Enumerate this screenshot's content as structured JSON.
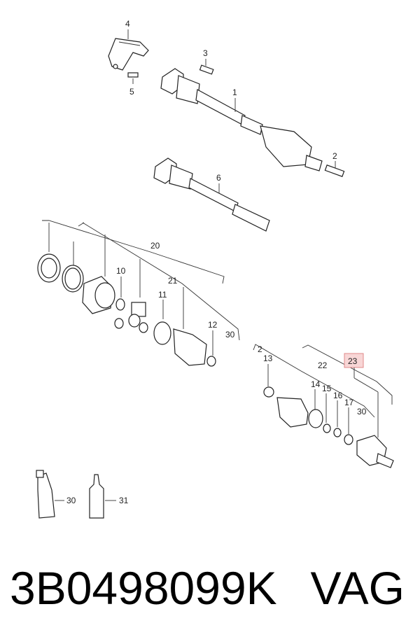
{
  "diagram": {
    "callouts": {
      "c1": "1",
      "c2": "2",
      "c3": "3",
      "c4": "4",
      "c5": "5",
      "c6": "6",
      "c10": "10",
      "c11": "11",
      "c12": "12",
      "c13": "13",
      "c14": "14",
      "c15": "15",
      "c16": "16",
      "c17": "17",
      "c20": "20",
      "c21": "21",
      "c22": "22",
      "c23": "23",
      "c2b": "2",
      "c30a": "30",
      "c30b": "30",
      "c30c": "30",
      "c31": "31"
    },
    "highlight_color": "#f2a5a5"
  },
  "footer": {
    "part_number": "3B0498099K",
    "brand": "VAG"
  }
}
